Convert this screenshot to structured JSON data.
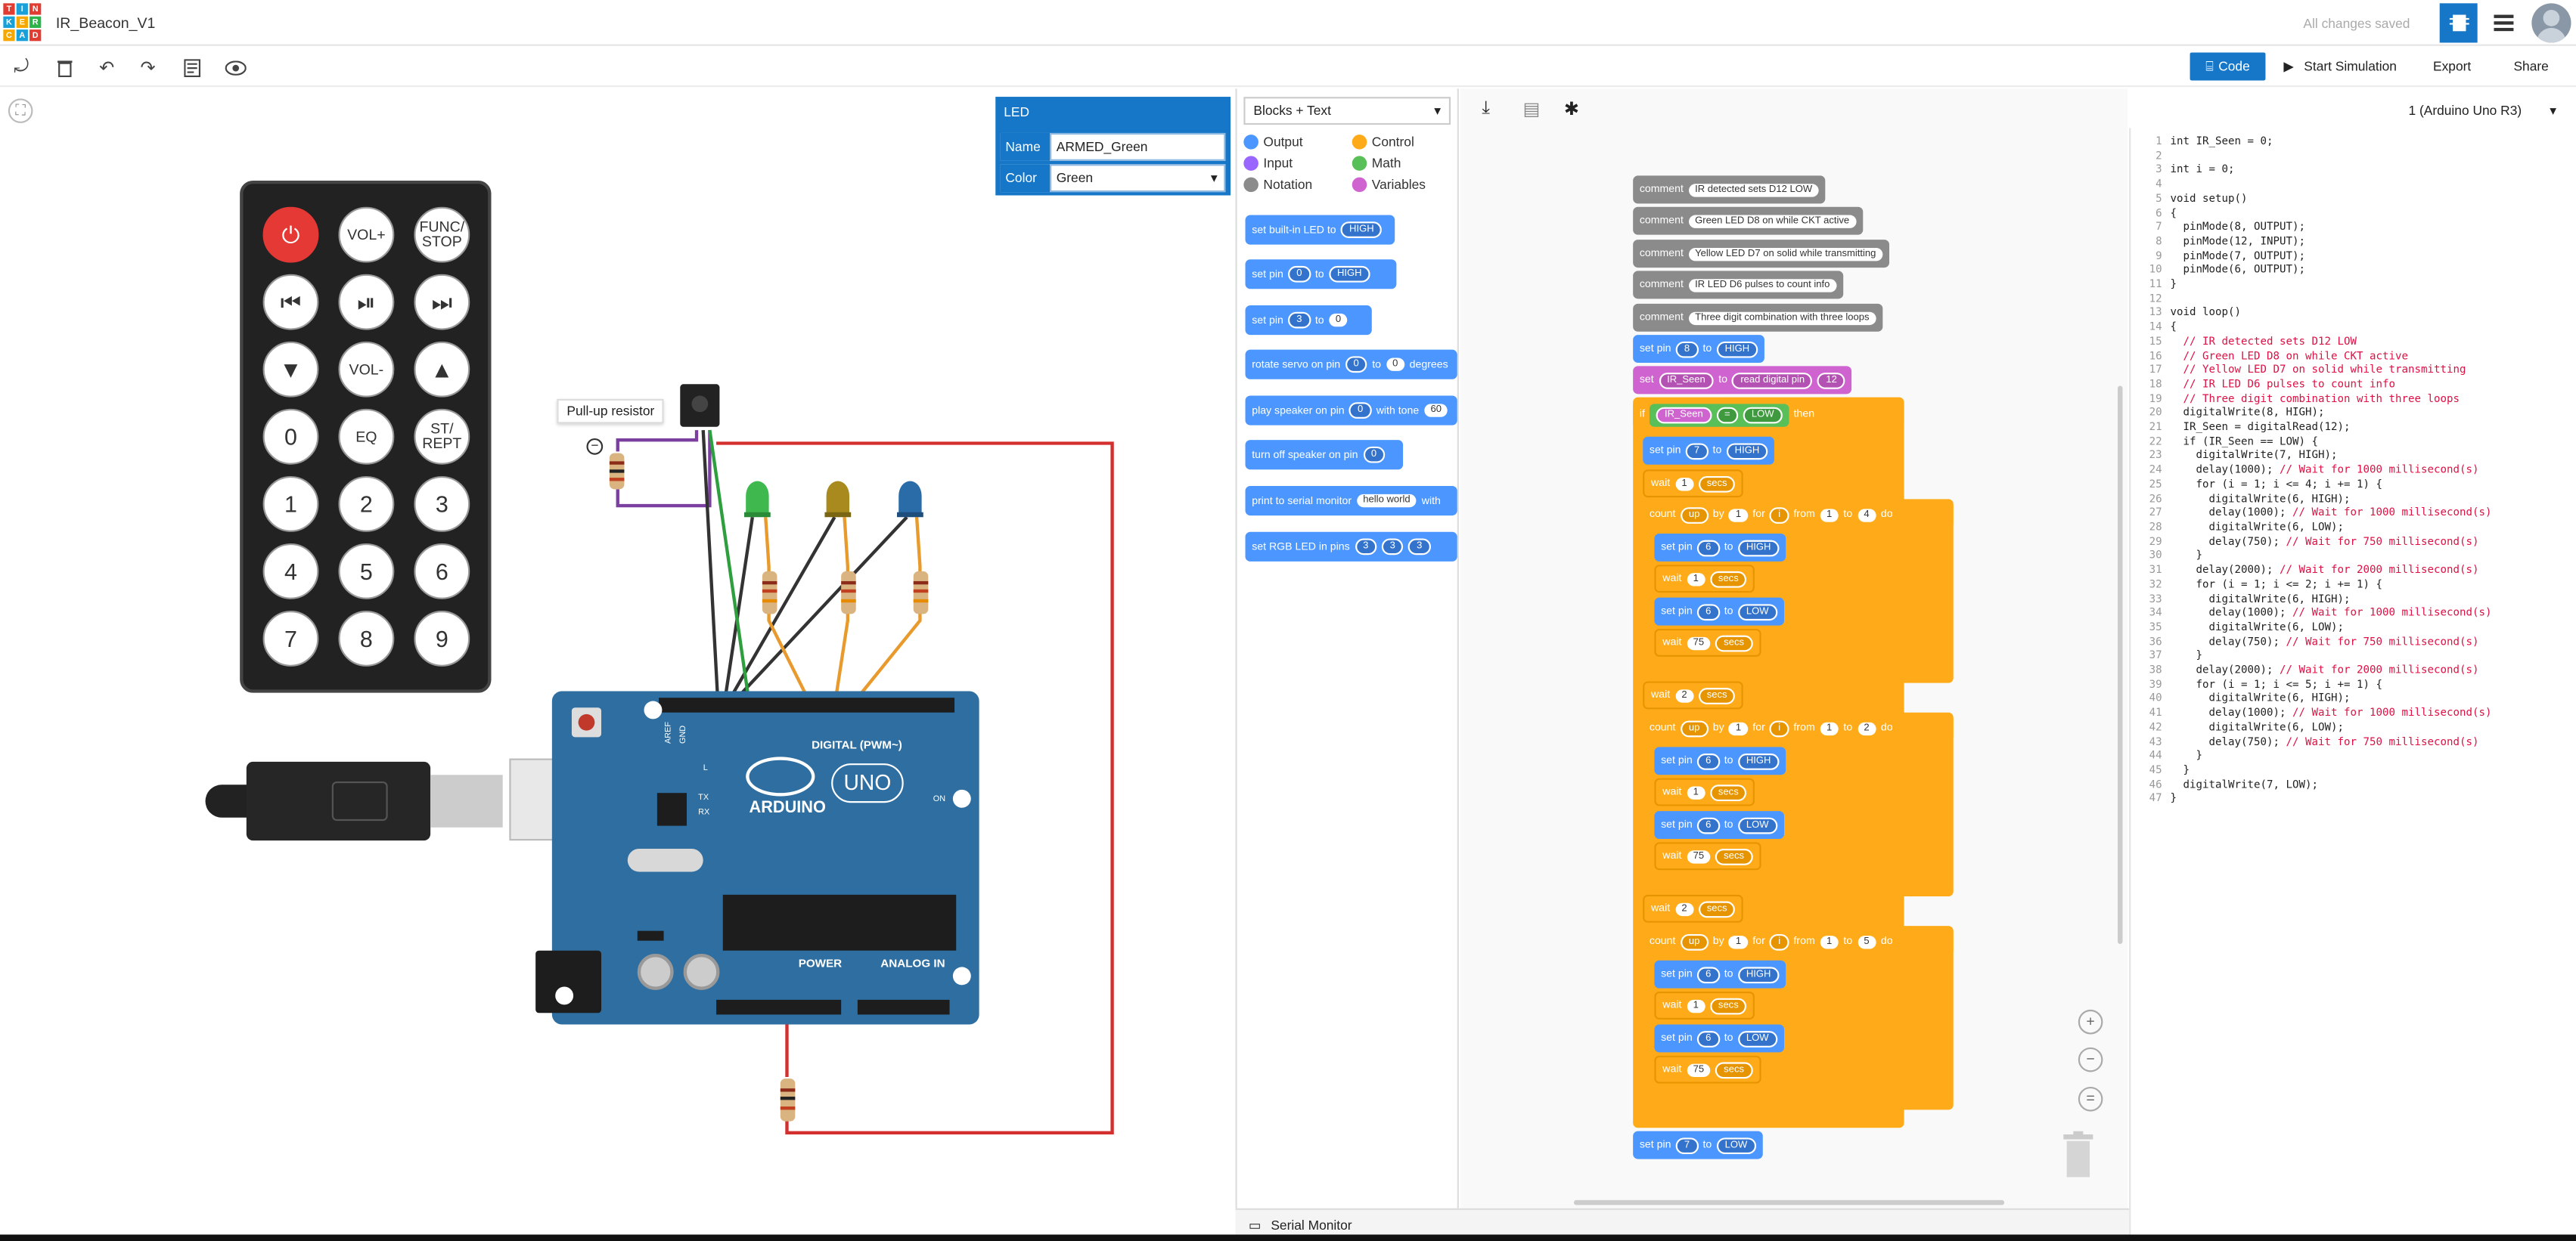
{
  "app": {
    "logo_letters": [
      "T",
      "I",
      "N",
      "K",
      "E",
      "R",
      "C",
      "A",
      "D"
    ],
    "title": "IR_Beacon_V1",
    "saved_status": "All changes saved"
  },
  "toolbar": {
    "code_label": "Code",
    "start_sim_label": "Start Simulation",
    "export_label": "Export",
    "share_label": "Share"
  },
  "inspector": {
    "header": "LED",
    "name_label": "Name",
    "name_value": "ARMED_Green",
    "color_label": "Color",
    "color_value": "Green"
  },
  "canvas": {
    "pullup_label": "Pull-up resistor",
    "remote_buttons": [
      "VOL+",
      "FUNC/ STOP",
      "VOL-",
      "EQ",
      "ST/ REPT",
      "0",
      "1",
      "2",
      "3",
      "4",
      "5",
      "6",
      "7",
      "8",
      "9"
    ],
    "arduino_labels": [
      "ARDUINO",
      "UNO",
      "DIGITAL (PWM~)",
      "POWER",
      "ANALOG IN",
      "ON",
      "TX",
      "RX",
      "L",
      "AREF",
      "GND"
    ]
  },
  "palette": {
    "mode": "Blocks + Text",
    "categories": [
      {
        "label": "Output",
        "color": "#4c97ff"
      },
      {
        "label": "Control",
        "color": "#ffab19"
      },
      {
        "label": "Input",
        "color": "#9966ff"
      },
      {
        "label": "Math",
        "color": "#59c059"
      },
      {
        "label": "Notation",
        "color": "#8b8b8b"
      },
      {
        "label": "Variables",
        "color": "#cf63cf"
      }
    ],
    "blocks": [
      {
        "text": "set built-in LED to",
        "opt": "HIGH"
      },
      {
        "text": "set pin",
        "opt": "0",
        "text2": "to",
        "opt2": "HIGH"
      },
      {
        "text": "set pin",
        "opt": "3",
        "text2": "to",
        "opt2": "0"
      },
      {
        "text": "rotate servo on pin",
        "opt": "0",
        "text2": "to",
        "opt2": "0",
        "text3": "degrees"
      },
      {
        "text": "play speaker on pin",
        "opt": "0",
        "text2": "with tone",
        "opt2": "60"
      },
      {
        "text": "turn off speaker on pin",
        "opt": "0"
      },
      {
        "text": "print to serial monitor",
        "opt": "hello world",
        "text2": "with"
      },
      {
        "text": "set RGB LED in pins",
        "opt": "3",
        "opt2": "3",
        "opt3": "3"
      }
    ]
  },
  "script": {
    "comments": [
      "IR detected sets D12 LOW",
      "Green LED D8 on while CKT active",
      "Yellow LED D7 on solid while transmitting",
      "IR LED D6 pulses to count info",
      "Three digit combination with three loops"
    ],
    "comment_label": "comment",
    "set_pin_label": "set pin",
    "to_label": "to",
    "wait_label": "wait",
    "secs_label": "secs",
    "count_label": "count",
    "up_label": "up",
    "by_label": "by",
    "for_label": "for",
    "from_label": "from",
    "do_label": "do",
    "if_label": "if",
    "then_label": "then",
    "set_label": "set",
    "read_digital_label": "read digital pin",
    "var_label": "IR_Seen",
    "loop_var": "i",
    "low": "LOW",
    "high": "HIGH",
    "eq": "=",
    "pin8": "8",
    "pin7": "7",
    "pin6": "6",
    "pin12": "12",
    "one": "1",
    "two": "2",
    "four": "4",
    "five": "5",
    "seventyfive": "75"
  },
  "board_select": "1 (Arduino Uno R3)",
  "serial_monitor_label": "Serial Monitor",
  "code": [
    "int IR_Seen = 0;",
    "",
    "int i = 0;",
    "",
    "void setup()",
    "{",
    "  pinMode(8, OUTPUT);",
    "  pinMode(12, INPUT);",
    "  pinMode(7, OUTPUT);",
    "  pinMode(6, OUTPUT);",
    "}",
    "",
    "void loop()",
    "{",
    "  // IR detected sets D12 LOW",
    "  // Green LED D8 on while CKT active",
    "  // Yellow LED D7 on solid while transmitting",
    "  // IR LED D6 pulses to count info",
    "  // Three digit combination with three loops",
    "  digitalWrite(8, HIGH);",
    "  IR_Seen = digitalRead(12);",
    "  if (IR_Seen == LOW) {",
    "    digitalWrite(7, HIGH);",
    "    delay(1000); // Wait for 1000 millisecond(s)",
    "    for (i = 1; i <= 4; i += 1) {",
    "      digitalWrite(6, HIGH);",
    "      delay(1000); // Wait for 1000 millisecond(s)",
    "      digitalWrite(6, LOW);",
    "      delay(750); // Wait for 750 millisecond(s)",
    "    }",
    "    delay(2000); // Wait for 2000 millisecond(s)",
    "    for (i = 1; i <= 2; i += 1) {",
    "      digitalWrite(6, HIGH);",
    "      delay(1000); // Wait for 1000 millisecond(s)",
    "      digitalWrite(6, LOW);",
    "      delay(750); // Wait for 750 millisecond(s)",
    "    }",
    "    delay(2000); // Wait for 2000 millisecond(s)",
    "    for (i = 1; i <= 5; i += 1) {",
    "      digitalWrite(6, HIGH);",
    "      delay(1000); // Wait for 1000 millisecond(s)",
    "      digitalWrite(6, LOW);",
    "      delay(750); // Wait for 750 millisecond(s)",
    "    }",
    "  }",
    "  digitalWrite(7, LOW);",
    "}"
  ],
  "colors": {
    "accent": "#1677c8",
    "output": "#4c97ff",
    "control": "#ffab19",
    "notation": "#8b8b8b",
    "variables": "#cf63cf",
    "math": "#59c059",
    "board": "#2f6ea0"
  }
}
